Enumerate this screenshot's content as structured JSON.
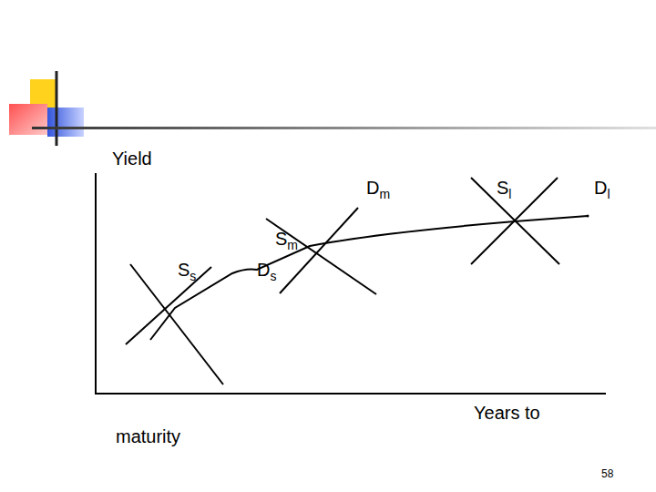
{
  "diagram": {
    "labels": [
      "Yield",
      "Dm",
      "Sl",
      "Dl",
      "Sm",
      "Ss",
      "Ds",
      "Years to",
      "maturity",
      "58"
    ]
  }
}
